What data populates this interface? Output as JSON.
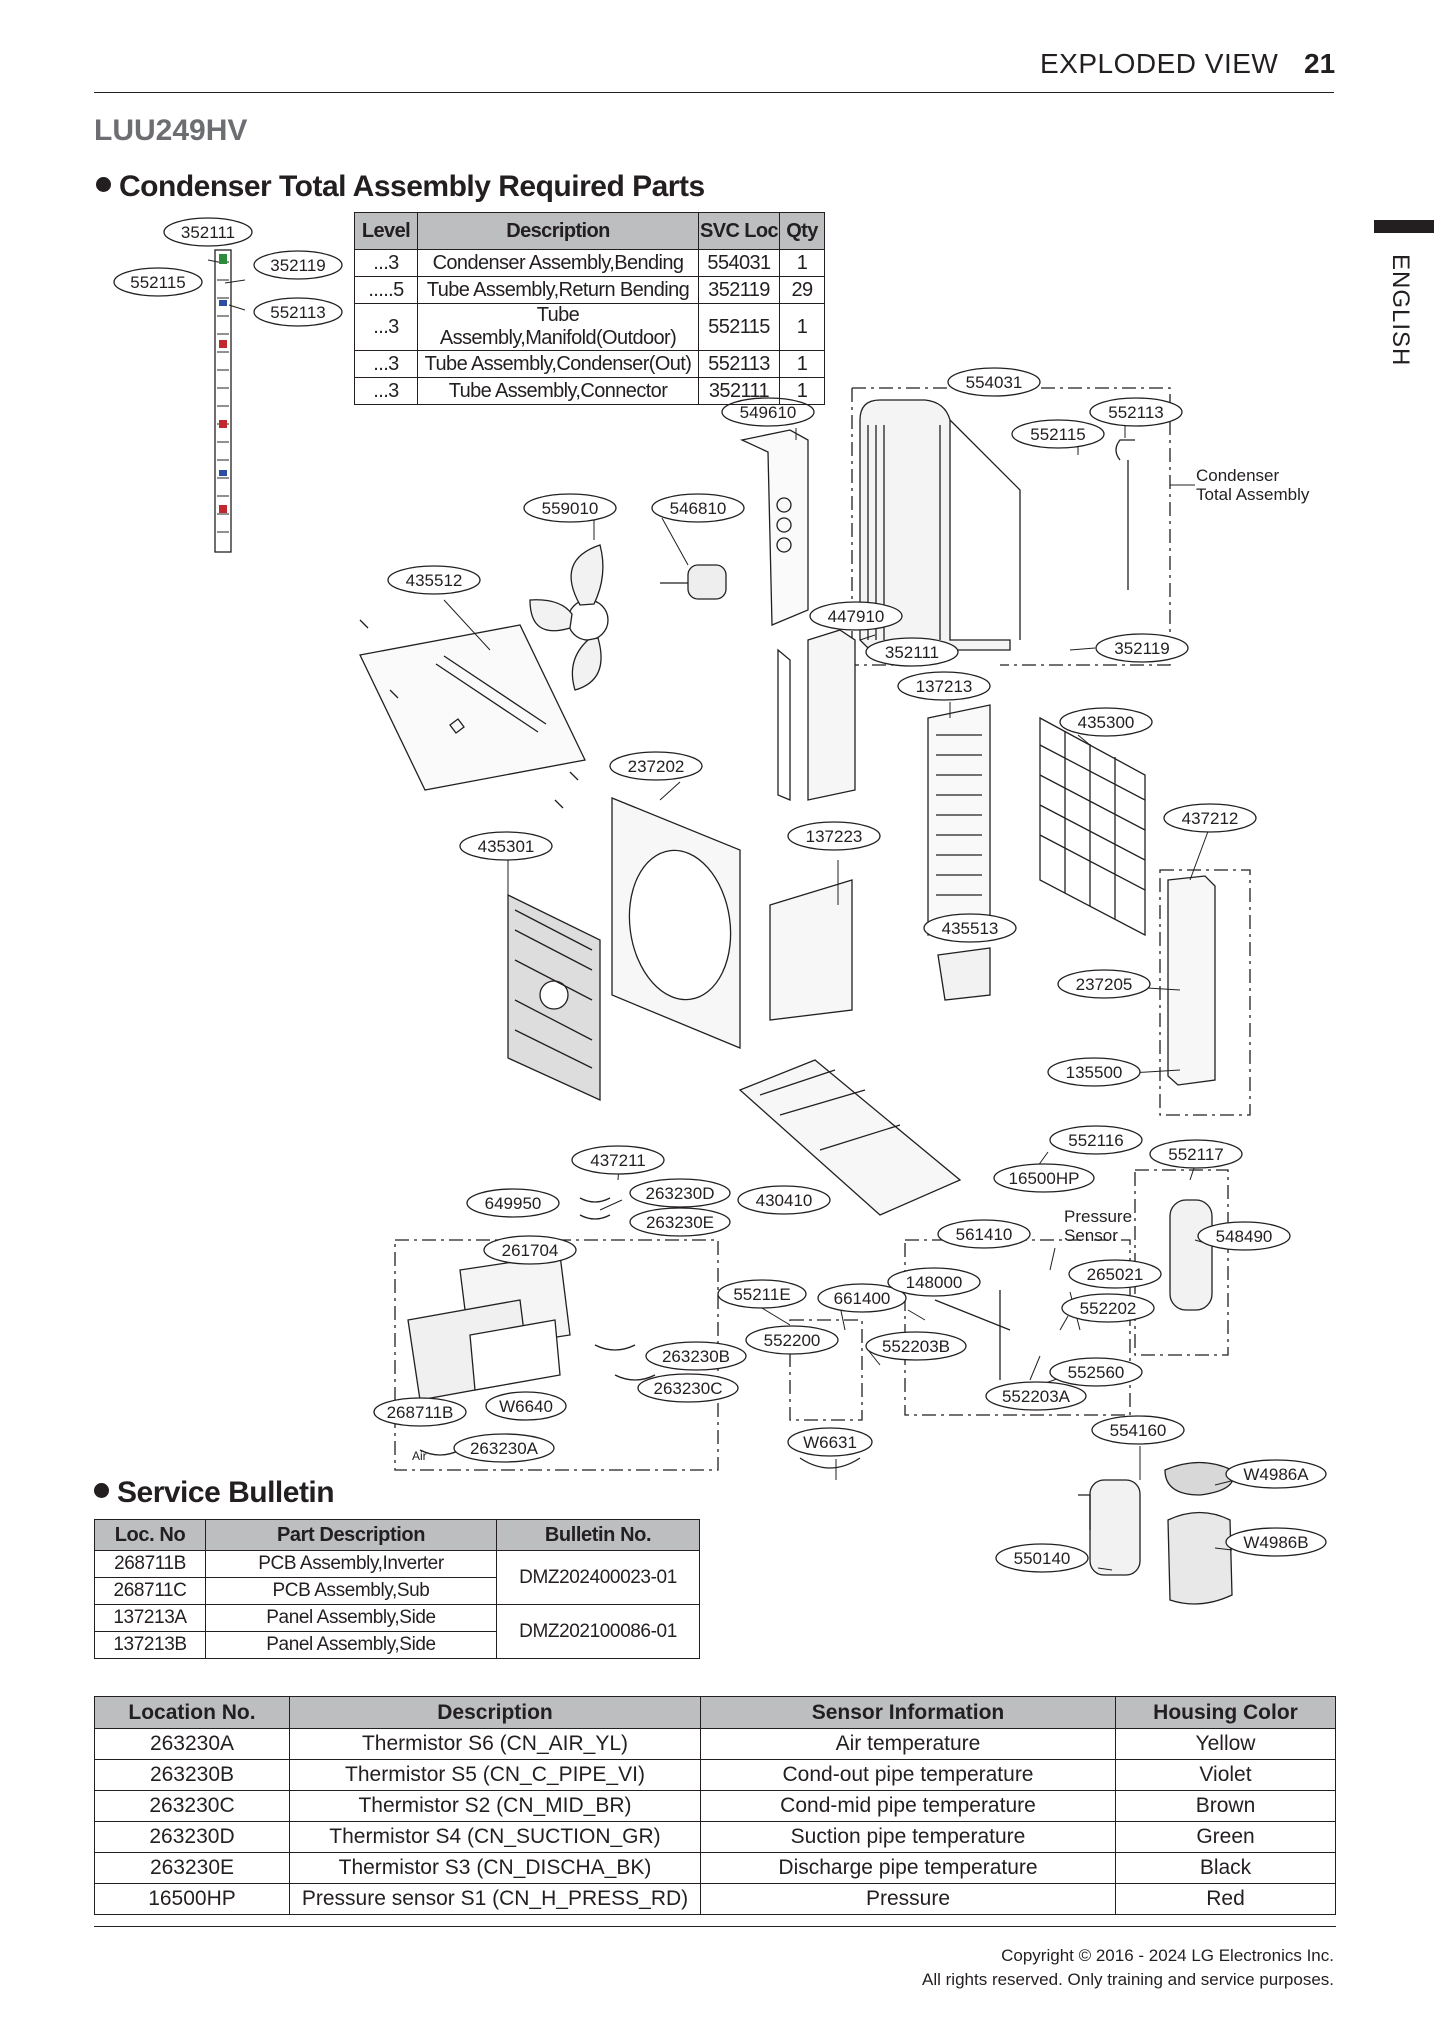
{
  "header": {
    "title": "EXPLODED VIEW",
    "page_number": "21"
  },
  "side_tab": "ENGLISH",
  "model": "LUU249HV",
  "condenser_section": {
    "heading": "Condenser Total Assembly Required Parts",
    "columns": [
      "Level",
      "Description",
      "SVC Loc",
      "Qty"
    ],
    "rows": [
      [
        "...3",
        "Condenser Assembly,Bending",
        "554031",
        "1"
      ],
      [
        ".....5",
        "Tube Assembly,Return Bending",
        "352119",
        "29"
      ],
      [
        "...3",
        "Tube Assembly,Manifold(Outdoor)",
        "552115",
        "1"
      ],
      [
        "...3",
        "Tube Assembly,Condenser(Out)",
        "552113",
        "1"
      ],
      [
        "...3",
        "Tube Assembly,Connector",
        "352111",
        "1"
      ]
    ],
    "diagram_labels": [
      "352111",
      "552115",
      "352119",
      "552113"
    ]
  },
  "exploded_view": {
    "callouts": [
      "554031",
      "549610",
      "552113",
      "552115",
      "559010",
      "546810",
      "435512",
      "447910",
      "352111",
      "352119",
      "137213",
      "435300",
      "237202",
      "437212",
      "435301",
      "137223",
      "435513",
      "237205",
      "135500",
      "552116",
      "552117",
      "437211",
      "263230D",
      "430410",
      "16500HP",
      "649950",
      "263230E",
      "561410",
      "548490",
      "261704",
      "265021",
      "55211E",
      "661400",
      "148000",
      "552202",
      "552200",
      "552203B",
      "263230B",
      "552560",
      "263230C",
      "552203A",
      "268711B",
      "W6640",
      "554160",
      "263230A",
      "W6631",
      "W4986A",
      "W4986B",
      "550140"
    ],
    "notes": {
      "condenser_total_assembly": [
        "Condenser",
        "Total Assembly"
      ],
      "pressure_sensor": [
        "Pressure",
        "Sensor"
      ],
      "air": "Air"
    }
  },
  "service_bulletin": {
    "heading": "Service Bulletin",
    "columns": [
      "Loc. No",
      "Part Description",
      "Bulletin No."
    ],
    "groups": [
      {
        "bulletin": "DMZ202400023-01",
        "rows": [
          [
            "268711B",
            "PCB Assembly,Inverter"
          ],
          [
            "268711C",
            "PCB Assembly,Sub"
          ]
        ]
      },
      {
        "bulletin": "DMZ202100086-01",
        "rows": [
          [
            "137213A",
            "Panel Assembly,Side"
          ],
          [
            "137213B",
            "Panel Assembly,Side"
          ]
        ]
      }
    ]
  },
  "sensor_table": {
    "columns": [
      "Location No.",
      "Description",
      "Sensor Information",
      "Housing Color"
    ],
    "rows": [
      [
        "263230A",
        "Thermistor S6 (CN_AIR_YL)",
        "Air temperature",
        "Yellow"
      ],
      [
        "263230B",
        "Thermistor S5 (CN_C_PIPE_VI)",
        "Cond-out pipe temperature",
        "Violet"
      ],
      [
        "263230C",
        "Thermistor S2 (CN_MID_BR)",
        "Cond-mid pipe temperature",
        "Brown"
      ],
      [
        "263230D",
        "Thermistor S4 (CN_SUCTION_GR)",
        "Suction pipe temperature",
        "Green"
      ],
      [
        "263230E",
        "Thermistor S3 (CN_DISCHA_BK)",
        "Discharge pipe temperature",
        "Black"
      ],
      [
        "16500HP",
        "Pressure sensor S1 (CN_H_PRESS_RD)",
        "Pressure",
        "Red"
      ]
    ]
  },
  "footer": {
    "line1": "Copyright © 2016 - 2024 LG Electronics Inc.",
    "line2": "All rights reserved. Only training and service purposes."
  },
  "colors": {
    "text": "#231f20",
    "table_header": "#bcbec0",
    "model_gray": "#6d6e71"
  }
}
